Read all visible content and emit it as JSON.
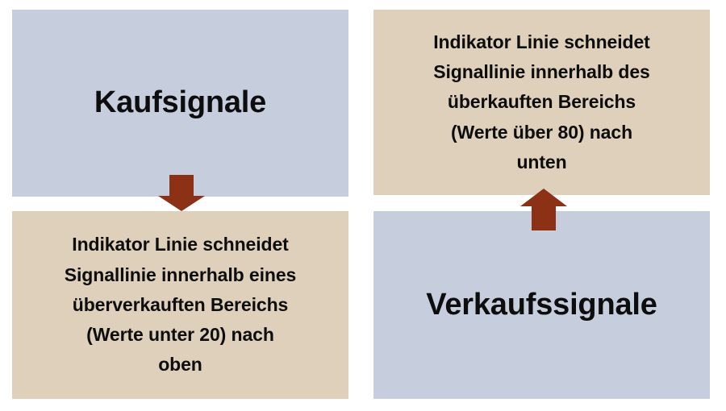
{
  "diagram": {
    "type": "two-branch signal flow",
    "palette": {
      "blue_panel": "#c6cddd",
      "tan_panel": "#ded0ba",
      "arrow": "#8c3016",
      "text": "#0d0d0d",
      "background": "#ffffff"
    },
    "branches": [
      {
        "id": "buy",
        "title": "Kaufsignale",
        "description": "Indikator Linie schneidet\nSignallinie innerhalb eines\nüberverkauften Bereichs\n(Werte unter 20) nach\noben",
        "arrow": {
          "name": "arrow-down",
          "direction": "down",
          "from": "Kaufsignale",
          "to": "description"
        },
        "threshold": 20
      },
      {
        "id": "sell",
        "title": "Verkaufssignale",
        "description": "Indikator Linie schneidet\nSignallinie innerhalb des\nüberkauften Bereichs\n(Werte über 80) nach\nunten",
        "arrow": {
          "name": "arrow-up",
          "direction": "up",
          "from": "Verkaufssignale",
          "to": "description"
        },
        "threshold": 80
      }
    ]
  }
}
